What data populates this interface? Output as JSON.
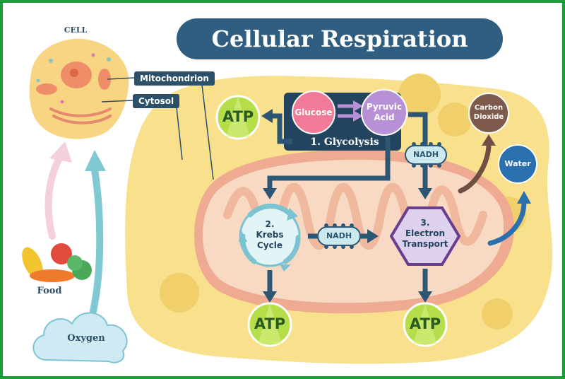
{
  "title": "Cellular Respiration",
  "cell_label": "CELL",
  "labels": {
    "mitochondrion": "Mitochondrion",
    "cytosol": "Cytosol"
  },
  "glycolysis": {
    "glucose": "Glucose",
    "pyruvic_1": "Pyruvic",
    "pyruvic_2": "Acid",
    "stage": "1. Glycolysis"
  },
  "krebs": {
    "line1": "2.",
    "line2": "Krebs",
    "line3": "Cycle"
  },
  "electron": {
    "line1": "3.",
    "line2": "Electron",
    "line3": "Transport"
  },
  "nadh": "NADH",
  "atp": "ATP",
  "outputs": {
    "carbon_1": "Carbon",
    "carbon_2": "Dioxide",
    "water": "Water"
  },
  "inputs": {
    "food": "Food",
    "oxygen": "Oxygen"
  },
  "colors": {
    "frame": "#1e9c3a",
    "title_bg": "#2f5e80",
    "cytosol": "#f8e08c",
    "mito_outer": "#efaa92",
    "glucose": "#f07a97",
    "pyruvic": "#b890d6",
    "atp_circle": "#b6dd4a",
    "arrow": "#2d5674",
    "carbon": "#7d5a4b",
    "water": "#2a6fae",
    "oxygen_cloud": "#cfeaf2",
    "krebs": "#e3f4f7",
    "electron": "#ddd1ee"
  }
}
